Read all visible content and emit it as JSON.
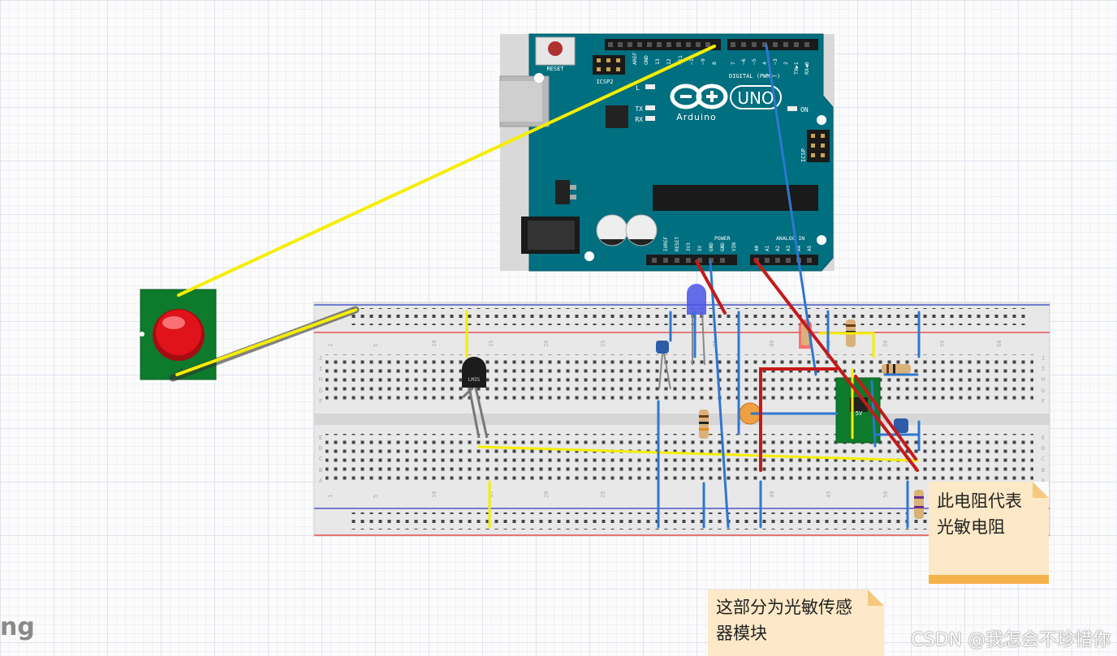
{
  "colors": {
    "board": "#006f7f",
    "wire_yellow": "#f5ee00",
    "wire_blue": "#2f77cf",
    "wire_red": "#c41a1a",
    "button_red": "#e0121a",
    "rail_red": "#e25555",
    "rail_blue": "#4a58c8",
    "note_bg": "#fde9c7",
    "note_strip": "#f6b24a"
  },
  "arduino": {
    "reset_label": "RESET",
    "icsp2_label": "ICSP2",
    "icsp_label": "ICSP",
    "led_labels": [
      "L",
      "TX",
      "RX"
    ],
    "on_label": "ON",
    "brand": "Arduino",
    "model": "UNO",
    "digital_label": "DIGITAL (PWM=~)",
    "power_label": "POWER",
    "analog_label": "ANALOG IN",
    "top_pins_left": [
      "AREF",
      "GND",
      "13",
      "12",
      "~11",
      "~10",
      "~9",
      "8"
    ],
    "top_pins_right": [
      "7",
      "~6",
      "~5",
      "4",
      "~3",
      "2",
      "TX▶1",
      "RX◀0"
    ],
    "power_pins": [
      "IOREF",
      "RESET",
      "3V3",
      "5V",
      "GND",
      "GND",
      "VIN"
    ],
    "analog_pins": [
      "A0",
      "A1",
      "A2",
      "A3",
      "A4",
      "A5"
    ]
  },
  "breadboard": {
    "row_letters_top": [
      "J",
      "I",
      "H",
      "G",
      "F"
    ],
    "row_letters_bottom": [
      "E",
      "D",
      "C",
      "B",
      "A"
    ],
    "column_numbers": [
      "1",
      "5",
      "10",
      "15",
      "20",
      "25",
      "30",
      "35",
      "40",
      "45",
      "50",
      "55",
      "60"
    ]
  },
  "components": {
    "temp_sensor_label": "LM35",
    "module_label": "5V"
  },
  "notes": {
    "resistor_note": [
      "此电阻代表",
      "光敏电阻"
    ],
    "module_note": [
      "这部分为光敏传感",
      "器模块"
    ]
  },
  "watermark": "CSDN @我怎会不珍惜你",
  "logo_fragment": "ng"
}
